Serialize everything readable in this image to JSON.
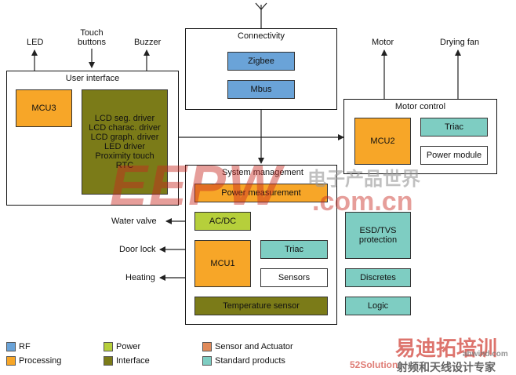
{
  "colors": {
    "rf": "#6aa3d8",
    "processing": "#f7a628",
    "power": "#b6cf3b",
    "interface": "#7b7b18",
    "sensor_actuator": "#e08a5a",
    "standard_products": "#7ecdc2"
  },
  "connectivity": {
    "title": "Connectivity",
    "zigbee": "Zigbee",
    "mbus": "Mbus"
  },
  "user_interface": {
    "title": "User interface",
    "mcu": "MCU3",
    "drivers": [
      "LCD seg. driver",
      "LCD charac. driver",
      "LCD graph. driver",
      "LED driver",
      "Proximity touch",
      "RTC"
    ]
  },
  "motor_control": {
    "title": "Motor control",
    "mcu": "MCU2",
    "triac": "Triac",
    "power_module": "Power module"
  },
  "system_management": {
    "title": "System management",
    "power_measurement": "Power measurement",
    "acdc": "AC/DC",
    "mcu": "MCU1",
    "triac": "Triac",
    "sensors": "Sensors",
    "temperature_sensor": "Temperature sensor"
  },
  "standalone": {
    "esd": "ESD/TVS protection",
    "discretes": "Discretes",
    "logic": "Logic"
  },
  "external": {
    "led": "LED",
    "touch_buttons": "Touch buttons",
    "buzzer": "Buzzer",
    "motor": "Motor",
    "drying_fan": "Drying fan",
    "water_valve": "Water valve",
    "door_lock": "Door lock",
    "heating": "Heating"
  },
  "legend": {
    "rf": "RF",
    "processing": "Processing",
    "power": "Power",
    "interface": "Interface",
    "sensor_actuator": "Sensor and Actuator",
    "standard_products": "Standard products"
  },
  "watermarks": {
    "eepw": "EEPW",
    "dotcom": ".com.cn",
    "cn_top": "电子产品世界",
    "cn_bottom1": "易迪拓培训",
    "cn_bottom2": "射频和天线设计专家",
    "site": "52Solution",
    "site2": "ahwind.com"
  }
}
